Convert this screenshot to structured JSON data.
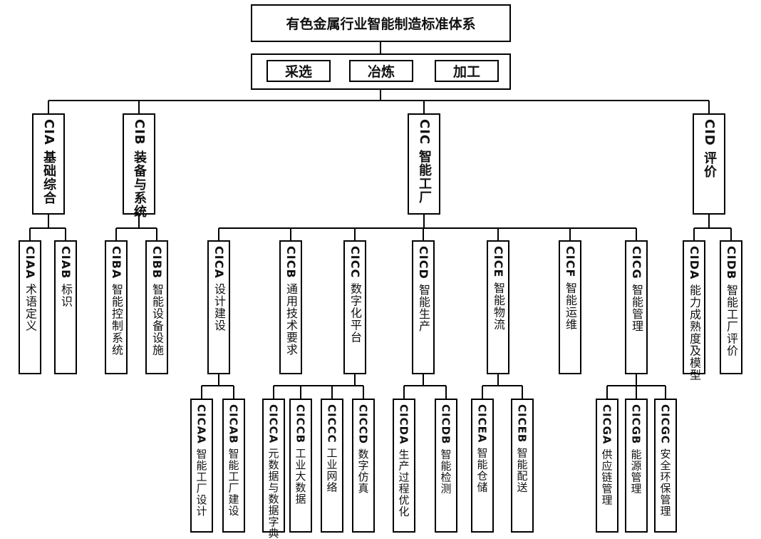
{
  "title": "有色金属行业智能制造标准体系",
  "scope": [
    "采选",
    "冶炼",
    "加工"
  ],
  "level1": [
    {
      "code": "CIA",
      "label": "基础综合"
    },
    {
      "code": "CIB",
      "label": "装备与系统"
    },
    {
      "code": "CIC",
      "label": "智能工厂"
    },
    {
      "code": "CID",
      "label": "评价"
    }
  ],
  "level2": [
    {
      "code": "CIAA",
      "label": "术语定义"
    },
    {
      "code": "CIAB",
      "label": "标识"
    },
    {
      "code": "CIBA",
      "label": "智能控制系统"
    },
    {
      "code": "CIBB",
      "label": "智能设备设施"
    },
    {
      "code": "CICA",
      "label": "设计建设"
    },
    {
      "code": "CICB",
      "label": "通用技术要求"
    },
    {
      "code": "CICC",
      "label": "数字化平台"
    },
    {
      "code": "CICD",
      "label": "智能生产"
    },
    {
      "code": "CICE",
      "label": "智能物流"
    },
    {
      "code": "CICF",
      "label": "智能运维"
    },
    {
      "code": "CICG",
      "label": "智能管理"
    },
    {
      "code": "CIDA",
      "label": "能力成熟度及模型"
    },
    {
      "code": "CIDB",
      "label": "智能工厂评价"
    }
  ],
  "level3": [
    {
      "code": "CICAA",
      "label": "智能工厂设计"
    },
    {
      "code": "CICAB",
      "label": "智能工厂建设"
    },
    {
      "code": "CICCA",
      "label": "元数据与数据字典"
    },
    {
      "code": "CICCB",
      "label": "工业大数据"
    },
    {
      "code": "CICCC",
      "label": "工业网络"
    },
    {
      "code": "CICCD",
      "label": "数字仿真"
    },
    {
      "code": "CICDA",
      "label": "生产过程优化"
    },
    {
      "code": "CICDB",
      "label": "智能检测"
    },
    {
      "code": "CICEA",
      "label": "智能仓储"
    },
    {
      "code": "CICEB",
      "label": "智能配送"
    },
    {
      "code": "CICGA",
      "label": "供应链管理"
    },
    {
      "code": "CICGB",
      "label": "能源管理"
    },
    {
      "code": "CICGC",
      "label": "安全环保管理"
    }
  ]
}
